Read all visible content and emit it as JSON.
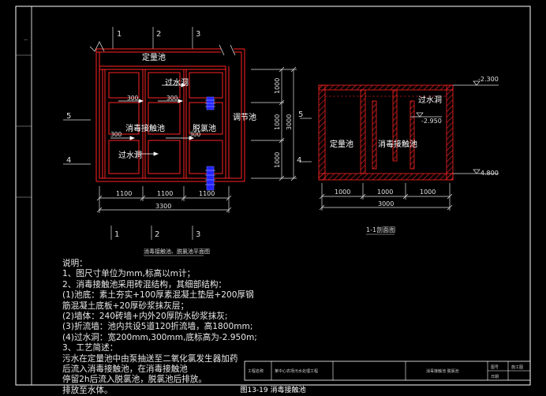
{
  "plan": {
    "axes_top": [
      "1",
      "2",
      "3"
    ],
    "axes_bottom": [
      "1",
      "2",
      "3"
    ],
    "axes_side": [
      "5",
      "4"
    ],
    "label_dingliang": "定量池",
    "label_guoshui_top": "过水洞",
    "label_jiechu": "消毒接触池",
    "label_tuoqi": "脱氯池",
    "label_guoshui_bottom": "过水洞",
    "label_tiaojie": "调节池",
    "dim_300": "300",
    "dim_1100": "1100",
    "dim_3300": "3300",
    "dim_1000": "1000",
    "dim_3000": "3000",
    "caption": "消毒接触池、脱氯池平面图"
  },
  "section": {
    "level_top": "-2.300",
    "level_mid": "-2.950",
    "level_bottom": "-4.800",
    "label_guoshui": "过水洞",
    "label_dingliang": "定量池",
    "label_jiechu": "消毒接触池",
    "dim_1000": "1000",
    "dim_3000": "3000",
    "axis_4": "4",
    "caption": "1-1剖面图"
  },
  "notes": [
    "说明：",
    "1、图尺寸单位为mm,标高以m计；",
    "2、消毒接触池采用砖混结构，其细部结构：",
    "(1)池底：素土夯实+100厚素混凝土垫层+200厚钢",
    "筋混凝土底板+20厚砂浆抹灰层；",
    "(2)墙体：240砖墙+内外20厚防水砂浆抹灰;",
    "(3)折流墙：池内共设5道120折流墙，高1800mm;",
    "(4)过水洞：宽200mm,300mm,底标高为-2.950m;",
    "3、工艺简述：",
    "污水在定量池中由泵抽送至二氧化氯发生器加药",
    "后流入消毒接触池，在消毒接触池",
    "停留2h后流入脱氯池，脱氯池后排放。",
    "排放至水体。"
  ],
  "title_block": {
    "col_1": "工程名称",
    "col_2": "某中心农场污水处理工程",
    "col_3": "消毒接触池 脱氯池",
    "col_4": "图号",
    "col_5": "施工图",
    "col_6": "日期"
  },
  "figure_caption": "图13-19  消毒接触池",
  "colors": {
    "frame": "#ffffff",
    "wall": "#ff2222",
    "dimension": "#e0e0e0",
    "pump": "#2222ff"
  }
}
